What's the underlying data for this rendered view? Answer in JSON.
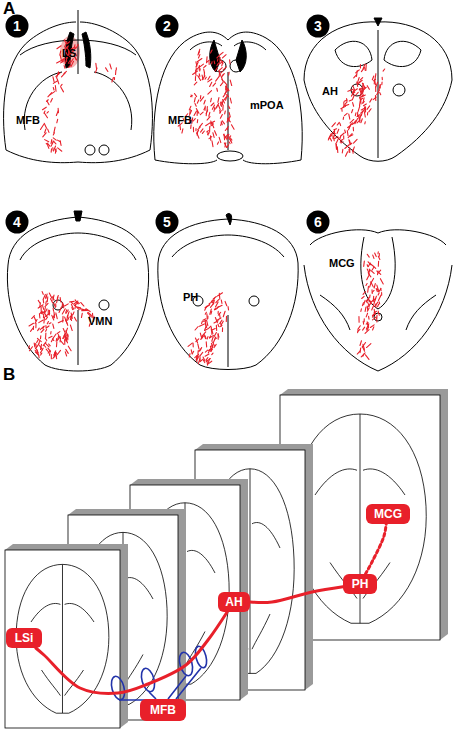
{
  "diagram": {
    "nodes": [
      {
        "text": [
          "1"
        ]
      },
      {
        "text": [
          "2"
        ]
      },
      {
        "text": [
          "3"
        ]
      },
      {
        "text": [
          "4"
        ]
      },
      {
        "text": [
          "5"
        ]
      },
      {
        "text": [
          "6"
        ]
      },
      {
        "text": [
          "MCG"
        ]
      },
      {
        "text": [
          "PH"
        ]
      },
      {
        "text": [
          "AH"
        ]
      },
      {
        "text": [
          "LSi"
        ]
      },
      {
        "text": [
          "MFB"
        ]
      }
    ],
    "edges": [
      {
        "from": 9,
        "to": 8,
        "arrow": "none"
      },
      {
        "from": 8,
        "to": 7,
        "arrow": "none"
      },
      {
        "from": 7,
        "to": 6,
        "arrow": "none"
      }
    ],
    "labels": [
      "A",
      "LS",
      "MFB",
      "MFB",
      "mPOA",
      "AH",
      "VMN",
      "PH",
      "MCG",
      "B"
    ]
  }
}
